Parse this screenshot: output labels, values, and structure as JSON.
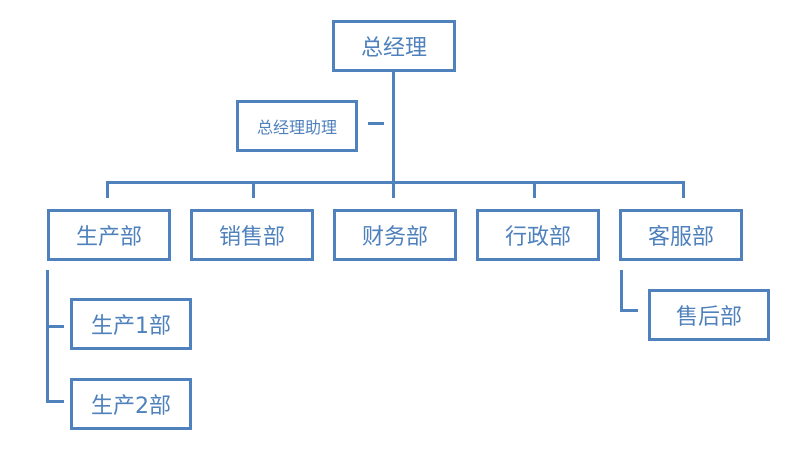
{
  "diagram": {
    "type": "org-chart",
    "line_color": "#4f81bd",
    "root": {
      "label": "总经理"
    },
    "assistant": {
      "label": "总经理助理"
    },
    "departments": [
      {
        "label": "生产部",
        "children": [
          {
            "label": "生产1部"
          },
          {
            "label": "生产2部"
          }
        ]
      },
      {
        "label": "销售部",
        "children": []
      },
      {
        "label": "财务部",
        "children": []
      },
      {
        "label": "行政部",
        "children": []
      },
      {
        "label": "客服部",
        "children": [
          {
            "label": "售后部"
          }
        ]
      }
    ]
  }
}
